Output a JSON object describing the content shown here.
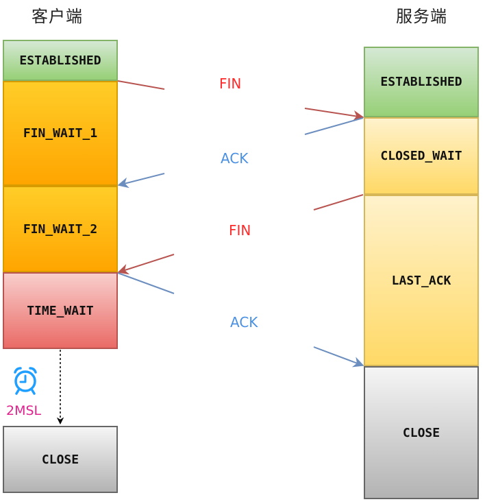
{
  "client": {
    "title": "客户端",
    "states": [
      "ESTABLISHED",
      "FIN_WAIT_1",
      "FIN_WAIT_2",
      "TIME_WAIT",
      "CLOSE"
    ]
  },
  "server": {
    "title": "服务端",
    "states": [
      "ESTABLISHED",
      "CLOSED_WAIT",
      "LAST_ACK",
      "CLOSE"
    ]
  },
  "messages": [
    {
      "label": "FIN",
      "from": "client",
      "to": "server",
      "color": "#ff2a2a"
    },
    {
      "label": "ACK",
      "from": "server",
      "to": "client",
      "color": "#4a90e2"
    },
    {
      "label": "FIN",
      "from": "server",
      "to": "client",
      "color": "#ff2a2a"
    },
    {
      "label": "ACK",
      "from": "client",
      "to": "server",
      "color": "#4a90e2"
    }
  ],
  "timer": {
    "icon": "alarm-clock-icon",
    "label": "2MSL"
  },
  "colors": {
    "fin_arrow": "#b85450",
    "ack_arrow": "#6c8ebf",
    "established": "#97d077",
    "fin_wait": "#ffa500",
    "time_wait": "#ea6b66",
    "server_wait": "#ffd966",
    "close": "#b3b3b3"
  }
}
